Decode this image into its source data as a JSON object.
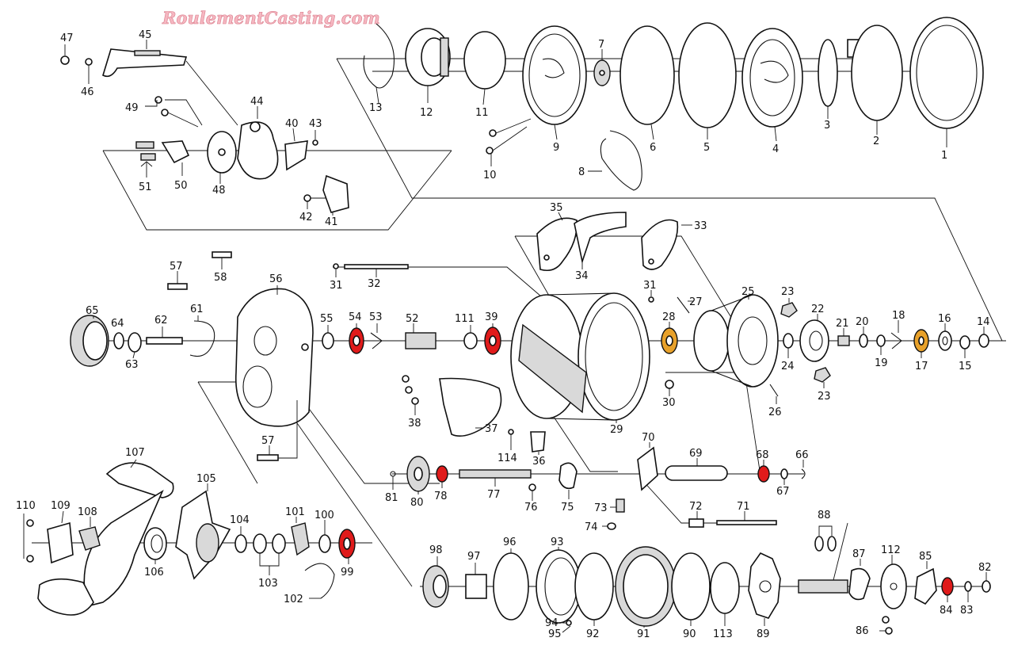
{
  "logo": "RoulementCasting.com",
  "highlight_colors": {
    "red": "#e01b1b",
    "orange": "#e8a12a"
  },
  "highlighted_parts": {
    "red": [
      "39",
      "54",
      "68",
      "78",
      "84",
      "99"
    ],
    "orange": [
      "17",
      "28"
    ]
  },
  "part_numbers": [
    "1",
    "2",
    "3",
    "4",
    "5",
    "6",
    "7",
    "8",
    "9",
    "10",
    "11",
    "12",
    "13",
    "14",
    "15",
    "16",
    "17",
    "18",
    "19",
    "20",
    "21",
    "22",
    "23",
    "24",
    "25",
    "26",
    "27",
    "28",
    "29",
    "30",
    "31",
    "32",
    "33",
    "34",
    "35",
    "36",
    "37",
    "38",
    "39",
    "40",
    "41",
    "42",
    "43",
    "44",
    "45",
    "46",
    "47",
    "48",
    "49",
    "50",
    "51",
    "52",
    "53",
    "54",
    "55",
    "56",
    "57",
    "58",
    "61",
    "62",
    "63",
    "64",
    "65",
    "66",
    "67",
    "68",
    "69",
    "70",
    "71",
    "72",
    "73",
    "74",
    "75",
    "76",
    "77",
    "78",
    "80",
    "81",
    "82",
    "83",
    "84",
    "85",
    "86",
    "87",
    "88",
    "89",
    "90",
    "91",
    "92",
    "93",
    "94",
    "95",
    "96",
    "97",
    "98",
    "99",
    "100",
    "101",
    "102",
    "103",
    "104",
    "105",
    "106",
    "107",
    "108",
    "109",
    "110",
    "111",
    "112",
    "113",
    "114"
  ]
}
